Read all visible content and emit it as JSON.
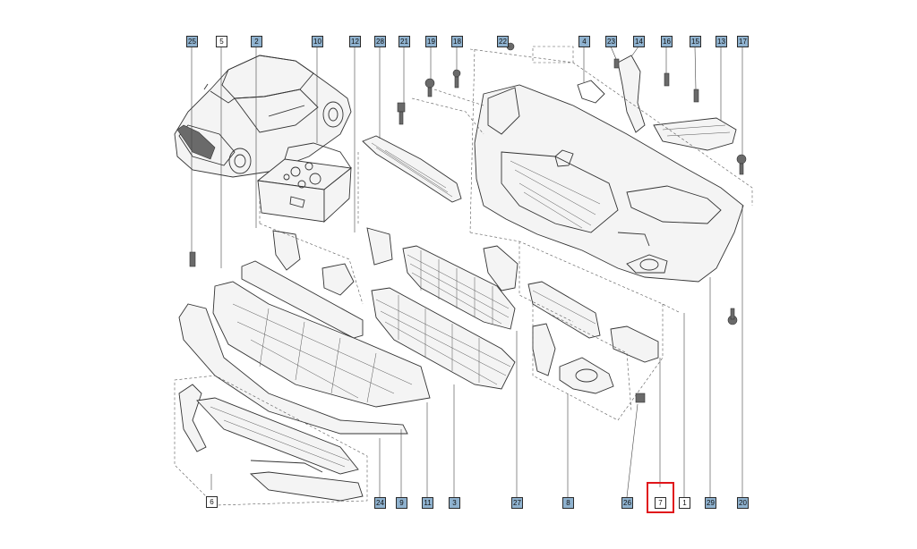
{
  "callouts": [
    {
      "id": "c25a",
      "label": "25",
      "style": "blue"
    },
    {
      "id": "c5",
      "label": "5",
      "style": "white"
    },
    {
      "id": "c2",
      "label": "2",
      "style": "blue"
    },
    {
      "id": "c10",
      "label": "10",
      "style": "blue"
    },
    {
      "id": "c12",
      "label": "12",
      "style": "blue"
    },
    {
      "id": "c28",
      "label": "28",
      "style": "blue"
    },
    {
      "id": "c21",
      "label": "21",
      "style": "blue"
    },
    {
      "id": "c19",
      "label": "19",
      "style": "blue"
    },
    {
      "id": "c18",
      "label": "18",
      "style": "blue"
    },
    {
      "id": "c22",
      "label": "22",
      "style": "blue"
    },
    {
      "id": "c4",
      "label": "4",
      "style": "blue"
    },
    {
      "id": "c23",
      "label": "23",
      "style": "blue"
    },
    {
      "id": "c14",
      "label": "14",
      "style": "blue"
    },
    {
      "id": "c16",
      "label": "16",
      "style": "blue"
    },
    {
      "id": "c15",
      "label": "15",
      "style": "blue"
    },
    {
      "id": "c13",
      "label": "13",
      "style": "blue"
    },
    {
      "id": "c17",
      "label": "17",
      "style": "blue"
    },
    {
      "id": "c6",
      "label": "6",
      "style": "white"
    },
    {
      "id": "c24",
      "label": "24",
      "style": "blue"
    },
    {
      "id": "c9",
      "label": "9",
      "style": "blue"
    },
    {
      "id": "c11",
      "label": "11",
      "style": "blue"
    },
    {
      "id": "c3",
      "label": "3",
      "style": "blue"
    },
    {
      "id": "c27",
      "label": "27",
      "style": "blue"
    },
    {
      "id": "c8",
      "label": "8",
      "style": "blue"
    },
    {
      "id": "c26",
      "label": "26",
      "style": "blue"
    },
    {
      "id": "c7",
      "label": "7",
      "style": "highlight"
    },
    {
      "id": "c1",
      "label": "1",
      "style": "white"
    },
    {
      "id": "c29",
      "label": "29",
      "style": "blue"
    },
    {
      "id": "c20",
      "label": "20",
      "style": "blue"
    }
  ],
  "highlighted_part": "7",
  "colors": {
    "callout_fill": "#8fb2cf",
    "highlight": "#e0161b",
    "line": "#333333"
  }
}
